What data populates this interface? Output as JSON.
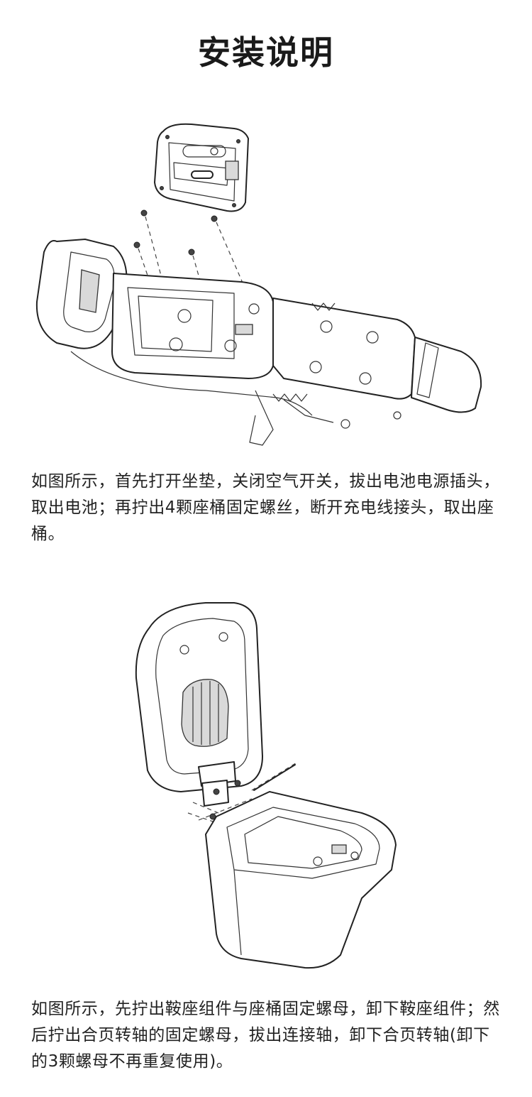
{
  "page": {
    "title": "安装说明"
  },
  "steps": [
    {
      "text": "如图所示，首先打开坐垫，关闭空气开关，拔出电池电源插头，取出电池；再拧出4颗座桶固定螺丝，断开充电线接头，取出座桶。"
    },
    {
      "text": "如图所示，先拧出鞍座组件与座桶固定螺母，卸下鞍座组件；然后拧出合页转轴的固定螺母，拔出连接轴，卸下合页转轴(卸下的3颗螺母不再重复使用)。"
    }
  ],
  "figures": {
    "scooter_seat_bucket": {
      "icon": "scooter-seat-bucket-exploded-drawing"
    },
    "saddle_hinge": {
      "icon": "saddle-hinge-exploded-drawing"
    }
  }
}
